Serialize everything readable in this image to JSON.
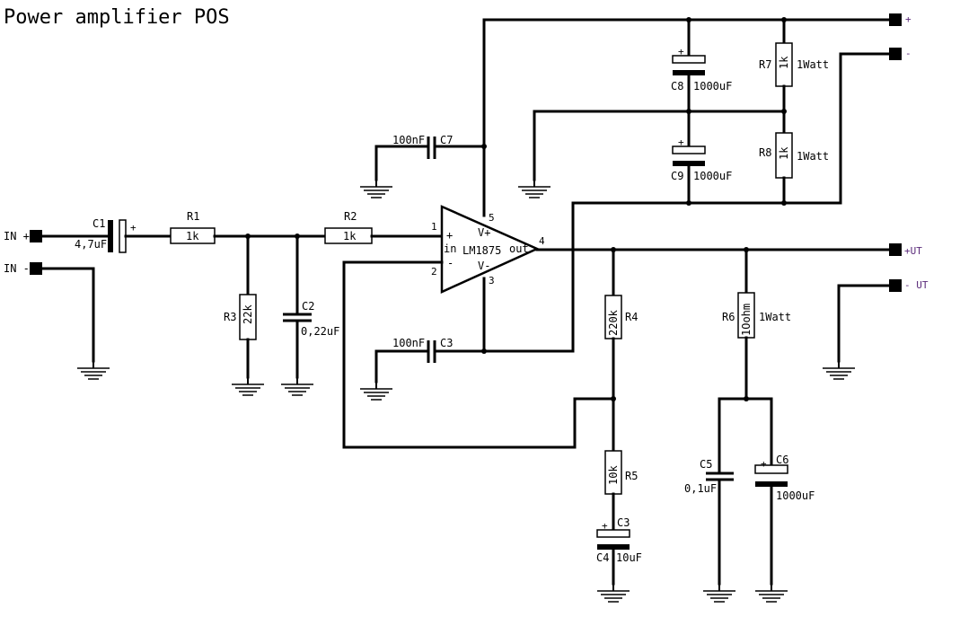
{
  "title": "Power amplifier POS",
  "terminals": {
    "in_plus": "IN +",
    "in_minus": "IN -",
    "supply_plus": "+",
    "supply_minus": "-",
    "out_plus": "+UT",
    "out_minus": "- UT"
  },
  "components": {
    "c1": {
      "ref": "C1",
      "value": "4,7uF"
    },
    "r1": {
      "ref": "R1",
      "value": "1k"
    },
    "r2": {
      "ref": "R2",
      "value": "1k"
    },
    "r3": {
      "ref": "R3",
      "value": "22k"
    },
    "c2": {
      "ref": "C2",
      "value": "0,22uF"
    },
    "c7": {
      "ref": "C7",
      "value": "100nF"
    },
    "c3": {
      "ref": "C3",
      "value": "100nF"
    },
    "c8": {
      "ref": "C8",
      "value": "1000uF"
    },
    "c9": {
      "ref": "C9",
      "value": "1000uF"
    },
    "r7": {
      "ref": "R7",
      "value": "1k",
      "power": "1Watt"
    },
    "r8": {
      "ref": "R8",
      "value": "1k",
      "power": "1Watt"
    },
    "r4": {
      "ref": "R4",
      "value": "220k"
    },
    "r5": {
      "ref": "R5",
      "value": "10k"
    },
    "c4": {
      "ref": "C4",
      "value": "10uF",
      "extra_label": "C3"
    },
    "r6": {
      "ref": "R6",
      "value": "1Oohm",
      "power": "1Watt"
    },
    "c5": {
      "ref": "C5",
      "value": "0,1uF"
    },
    "c6": {
      "ref": "C6",
      "value": "1000uF"
    }
  },
  "ic": {
    "name": "LM1875",
    "in_plus": "+",
    "in_minus": "-",
    "in_label": "in",
    "out_label": "out",
    "vplus": "V+",
    "vminus": "V-",
    "pins": {
      "p1": "1",
      "p2": "2",
      "p3": "3",
      "p4": "4",
      "p5": "5"
    }
  },
  "polarity_mark": "+"
}
